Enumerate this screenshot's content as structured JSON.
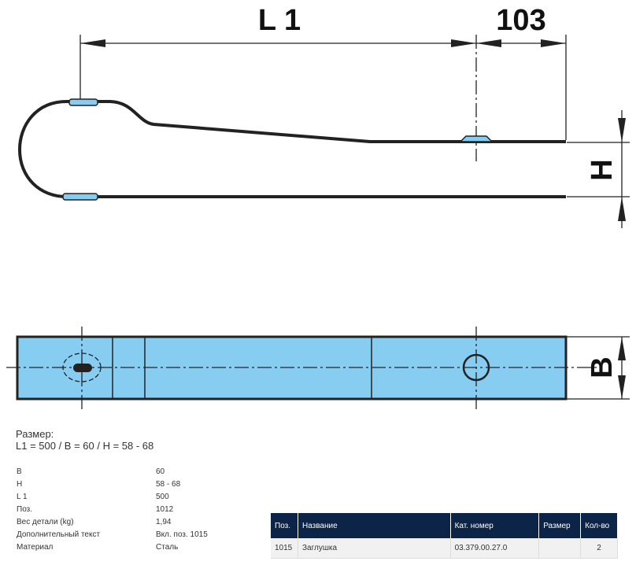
{
  "drawing": {
    "dim_l1": "L 1",
    "dim_103": "103",
    "dim_h": "H",
    "dim_b": "B",
    "fill_color": "#87cdf2"
  },
  "size": {
    "label": "Размер:",
    "value": "L1 = 500 / B = 60 / H = 58 - 68"
  },
  "properties": [
    {
      "key": "B",
      "value": "60"
    },
    {
      "key": "H",
      "value": "58 - 68"
    },
    {
      "key": "L 1",
      "value": "500"
    },
    {
      "key": "Поз.",
      "value": "1012"
    },
    {
      "key": "Вес детали (kg)",
      "value": "1,94"
    },
    {
      "key": "Дополнительный текст",
      "value": "Вкл. поз. 1015"
    },
    {
      "key": "Материал",
      "value": "Сталь"
    }
  ],
  "parts_table": {
    "headers": [
      "Поз.",
      "Название",
      "Кат. номер",
      "Размер",
      "Кол-во"
    ],
    "rows": [
      [
        "1015",
        "Заглушка",
        "03.379.00.27.0",
        "",
        "2"
      ]
    ]
  }
}
